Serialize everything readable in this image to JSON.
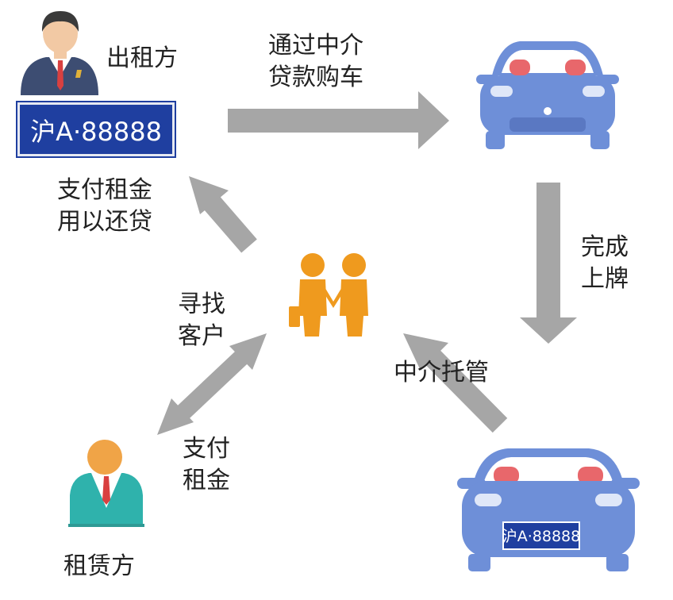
{
  "plate_big": "沪A·88888",
  "plate_small": "沪A·88888",
  "labels": {
    "lessor": "出租方",
    "lessee": "租赁方",
    "loan_line1": "通过中介",
    "loan_line2": "贷款购车",
    "register_line1": "完成",
    "register_line2": "上牌",
    "custody": "中介托管",
    "pay_rent_line1": "支付租金",
    "pay_rent_line2": "用以还贷",
    "find_line1": "寻找",
    "find_line2": "客户",
    "tenant_pay_line1": "支付",
    "tenant_pay_line2": "租金"
  },
  "icons": [
    "businessman-icon",
    "car-icon",
    "car-with-plate-icon",
    "two-people-handshake-icon",
    "customer-icon"
  ],
  "colors": {
    "arrow": "#a6a6a6",
    "car": "#6e8fd8",
    "seat": "#e8676b",
    "plate": "#1f3fa0",
    "people": "#ef9a1e",
    "suit": "#3d4d72"
  }
}
